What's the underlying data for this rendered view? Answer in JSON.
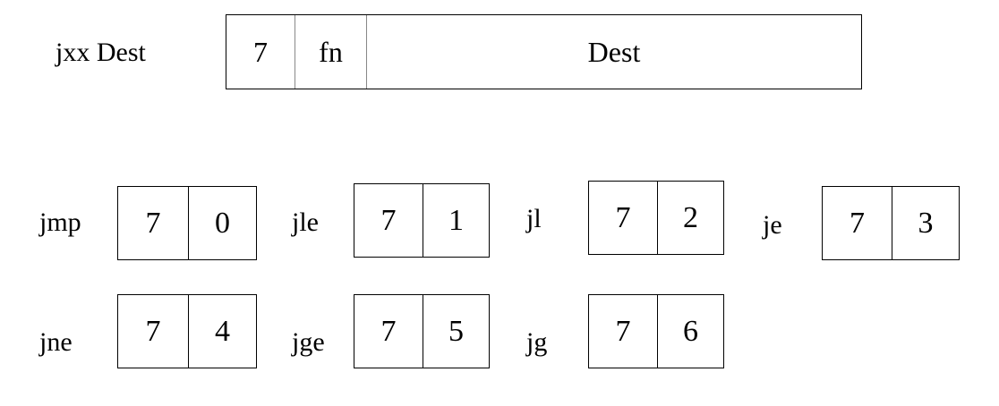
{
  "format": {
    "label": "jxx Dest",
    "fields": [
      "7",
      "fn",
      "Dest"
    ]
  },
  "codes": [
    {
      "mnemonic": "jmp",
      "icode": "7",
      "ifun": "0"
    },
    {
      "mnemonic": "jle",
      "icode": "7",
      "ifun": "1"
    },
    {
      "mnemonic": "jl",
      "icode": "7",
      "ifun": "2"
    },
    {
      "mnemonic": "je",
      "icode": "7",
      "ifun": "3"
    },
    {
      "mnemonic": "jne",
      "icode": "7",
      "ifun": "4"
    },
    {
      "mnemonic": "jge",
      "icode": "7",
      "ifun": "5"
    },
    {
      "mnemonic": "jg",
      "icode": "7",
      "ifun": "6"
    }
  ]
}
